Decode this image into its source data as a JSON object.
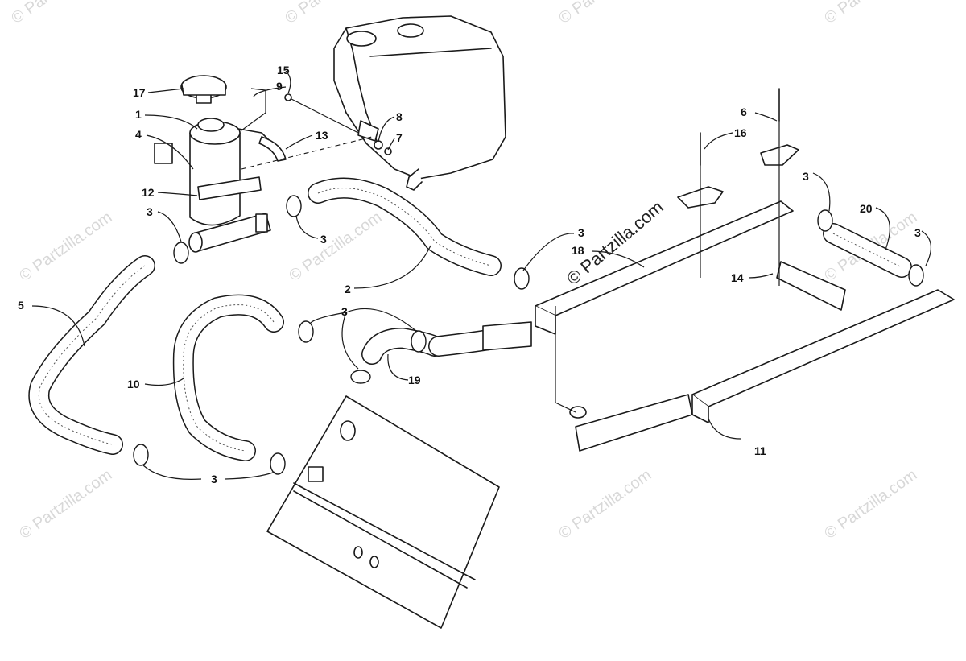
{
  "diagram": {
    "watermark_main": "© Partzilla.com",
    "watermark_tile": "© Partzilla.com",
    "callouts": [
      {
        "id": "c1",
        "text": "1"
      },
      {
        "id": "c2",
        "text": "2"
      },
      {
        "id": "c3a",
        "text": "3"
      },
      {
        "id": "c3b",
        "text": "3"
      },
      {
        "id": "c3c",
        "text": "3"
      },
      {
        "id": "c3d",
        "text": "3"
      },
      {
        "id": "c3e",
        "text": "3"
      },
      {
        "id": "c3f",
        "text": "3"
      },
      {
        "id": "c3g",
        "text": "3"
      },
      {
        "id": "c4",
        "text": "4"
      },
      {
        "id": "c5",
        "text": "5"
      },
      {
        "id": "c6",
        "text": "6"
      },
      {
        "id": "c7",
        "text": "7"
      },
      {
        "id": "c8",
        "text": "8"
      },
      {
        "id": "c9",
        "text": "9"
      },
      {
        "id": "c10",
        "text": "10"
      },
      {
        "id": "c11",
        "text": "11"
      },
      {
        "id": "c12",
        "text": "12"
      },
      {
        "id": "c13",
        "text": "13"
      },
      {
        "id": "c14",
        "text": "14"
      },
      {
        "id": "c15",
        "text": "15"
      },
      {
        "id": "c16",
        "text": "16"
      },
      {
        "id": "c17",
        "text": "17"
      },
      {
        "id": "c18",
        "text": "18"
      },
      {
        "id": "c19",
        "text": "19"
      },
      {
        "id": "c20",
        "text": "20"
      }
    ]
  }
}
